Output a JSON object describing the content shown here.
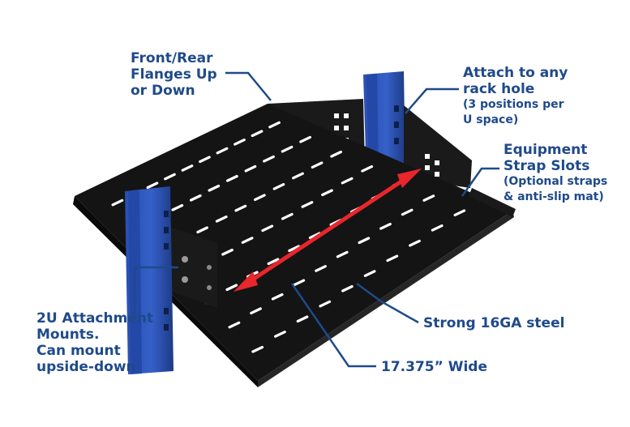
{
  "callouts": {
    "flanges": {
      "lines": [
        "Front/Rear",
        "Flanges Up",
        "or Down"
      ]
    },
    "attach": {
      "lines": [
        "Attach to any",
        "rack hole"
      ],
      "sub_lines": [
        "(3 positions per",
        "U space)"
      ]
    },
    "strap": {
      "lines": [
        "Equipment",
        "Strap Slots"
      ],
      "sub_lines": [
        "(Optional straps",
        "& anti-slip mat)"
      ]
    },
    "mounts": {
      "lines": [
        "2U Attachment",
        "Mounts.",
        "Can mount",
        "upside-down"
      ]
    },
    "steel": {
      "lines": [
        "Strong 16GA steel"
      ]
    },
    "wide": {
      "lines": [
        "17.375” Wide"
      ]
    }
  },
  "colors": {
    "text": "#1f4a8a",
    "leader": "#1f4a8a",
    "rail": "#2f55b8",
    "shelf": "#151515",
    "arrow": "#e8262c"
  }
}
